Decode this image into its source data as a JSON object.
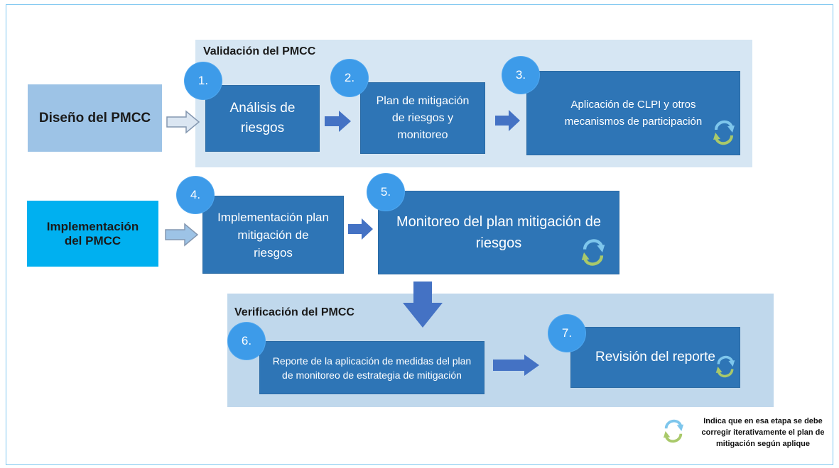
{
  "panels": {
    "validation_title": "Validación del PMCC",
    "verification_title": "Verificación del PMCC"
  },
  "stages": {
    "design": "Diseño del PMCC",
    "implementation": "Implementación del PMCC"
  },
  "steps": [
    {
      "number": "1.",
      "label": "Análisis de riesgos"
    },
    {
      "number": "2.",
      "label": "Plan de mitigación de riesgos  y monitoreo"
    },
    {
      "number": "3.",
      "label": "Aplicación de CLPI y otros mecanismos de participación"
    },
    {
      "number": "4.",
      "label": "Implementación plan mitigación de riesgos"
    },
    {
      "number": "5.",
      "label": "Monitoreo del plan mitigación de riesgos"
    },
    {
      "number": "6.",
      "label": "Reporte de la aplicación de medidas del plan de monitoreo de estrategia de mitigación"
    },
    {
      "number": "7.",
      "label": "Revisión del reporte"
    }
  ],
  "legend": {
    "text": "Indica que en esa etapa se debe corregir iterativamente el plan de mitigación según aplique",
    "icon": "cycle-arrows-icon"
  },
  "colors": {
    "step_box": "#2e75b6",
    "number_circle": "#3d9be9",
    "design_box": "#9dc3e6",
    "implementation_box": "#00b0f0",
    "panel": "#d6e6f3"
  }
}
